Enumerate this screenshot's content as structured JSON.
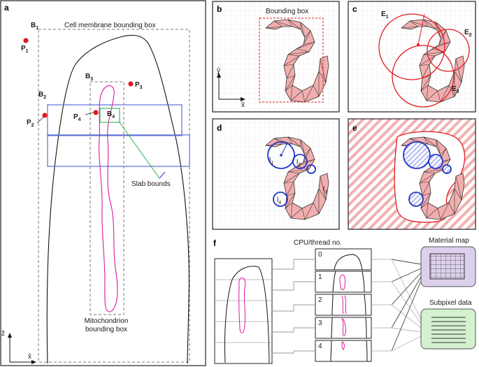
{
  "panels": {
    "a": {
      "letter": "a",
      "title": "Cell membrane bounding box",
      "boxes": [
        {
          "letter": "B",
          "sub": "1"
        },
        {
          "letter": "B",
          "sub": "2"
        },
        {
          "letter": "B",
          "sub": "3"
        },
        {
          "letter": "B",
          "sub": "4"
        }
      ],
      "points": [
        {
          "letter": "P",
          "sub": "1"
        },
        {
          "letter": "P",
          "sub": "2"
        },
        {
          "letter": "P",
          "sub": "3"
        },
        {
          "letter": "P",
          "sub": "4"
        }
      ],
      "slab_label": "Slab bounds",
      "mito_label_line1": "Mitochondrion",
      "mito_label_line2": "bounding box",
      "axis_z": "ẑ",
      "axis_x": "x̂"
    },
    "b": {
      "letter": "b",
      "title": "Bounding box",
      "axis_y": "ŷ",
      "axis_x": "x̂"
    },
    "c": {
      "letter": "c",
      "ellipses": [
        {
          "letter": "E",
          "sub": "1"
        },
        {
          "letter": "E",
          "sub": "2"
        },
        {
          "letter": "E",
          "sub": "3"
        }
      ]
    },
    "d": {
      "letter": "d",
      "spheres": [
        {
          "letter": "l",
          "sub": "1"
        },
        {
          "letter": "l",
          "sub": "2"
        },
        {
          "letter": "l",
          "sub": "3"
        },
        {
          "letter": "l",
          "sub": "4"
        }
      ]
    },
    "e": {
      "letter": "e"
    },
    "f": {
      "letter": "f",
      "cpu_label": "CPU/thread no.",
      "threads": [
        "0",
        "1",
        "2",
        "3",
        "4"
      ],
      "material_map": "Material map",
      "subpixel_data": "Subpixel data"
    }
  },
  "colors": {
    "mesh_fill": "#f2aeae",
    "mesh_edge": "#333333",
    "red": "#e11b22",
    "blue": "#1f35c8",
    "slab_blue": "#5b6fd6",
    "magenta": "#e0199c",
    "green": "#2fb34a",
    "lavender": "#dcd0ec",
    "mint": "#d4f0cf"
  }
}
